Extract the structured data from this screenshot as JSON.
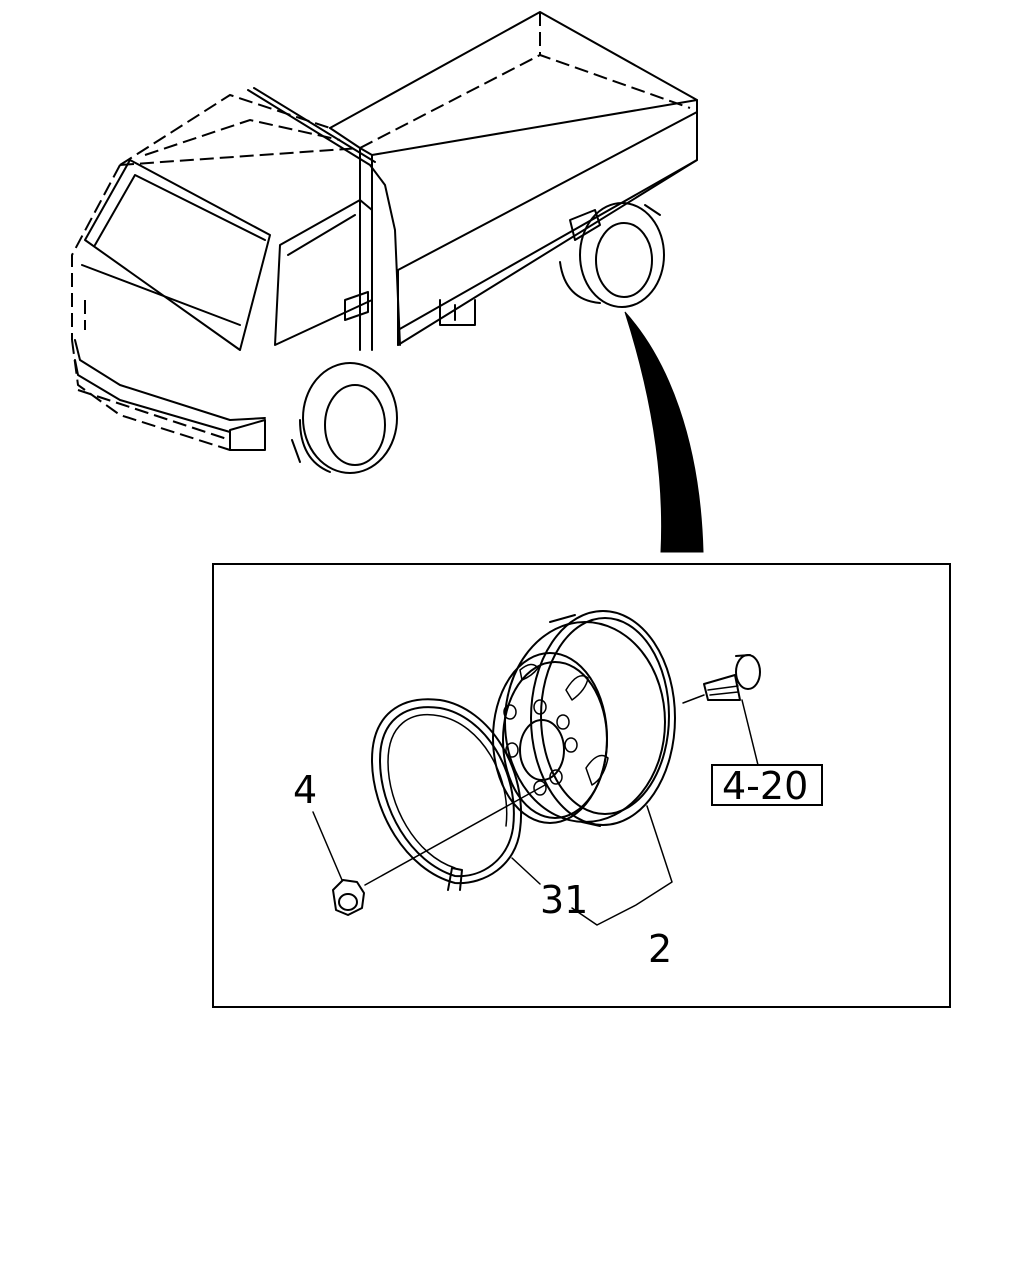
{
  "callouts": {
    "nut": "4",
    "ring": "31",
    "wheel": "2",
    "stud_ref": "4-20"
  }
}
